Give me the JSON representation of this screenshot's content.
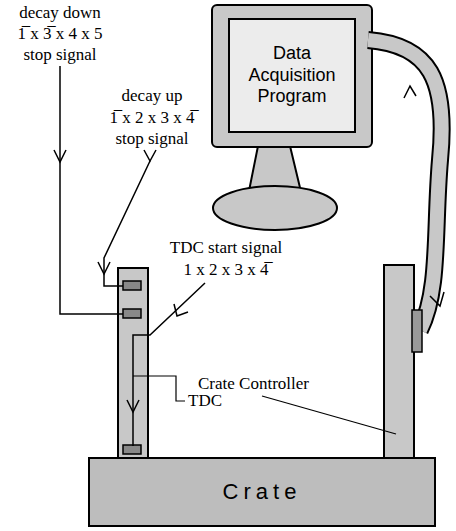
{
  "diagram": {
    "nodes": [
      {
        "text": [
          "Data Acquisition Program"
        ]
      },
      {
        "text": [
          "Crate"
        ]
      }
    ],
    "labels": [
      "decay down",
      "1̅ x 3̅ x 4 x 5",
      "stop signal",
      "decay up",
      "1̅ x 2 x 3 x 4̅",
      "stop signal",
      "TDC start signal",
      "1 x 2 x 3 x 4̅",
      "Crate Controller",
      "TDC"
    ]
  }
}
